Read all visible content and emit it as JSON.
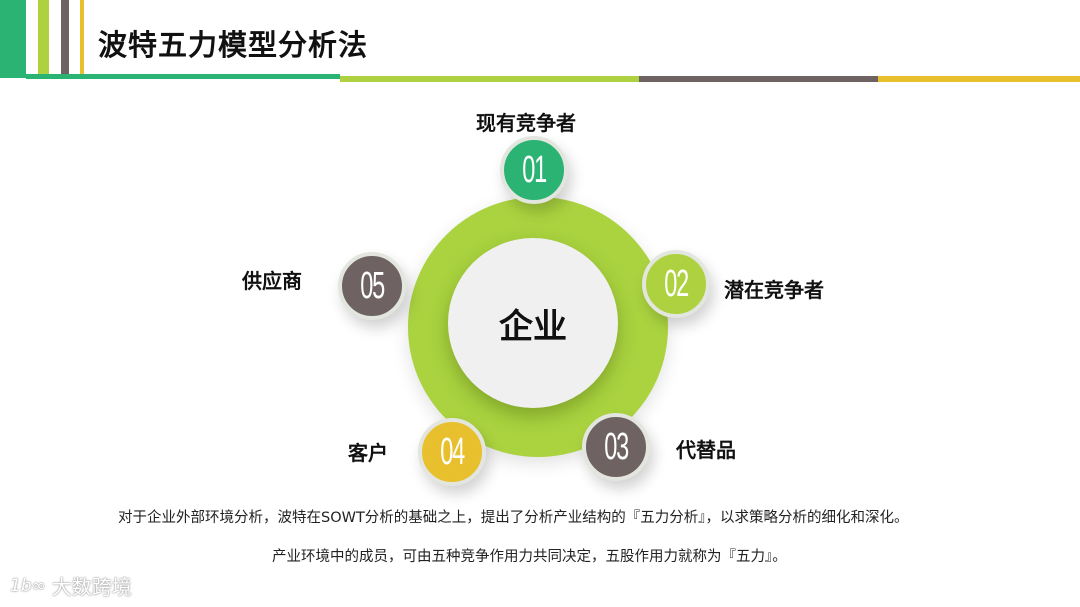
{
  "header": {
    "title": "波特五力模型分析法",
    "colors": {
      "green": "#2bb373",
      "lime": "#aed23f",
      "gray": "#6e6262",
      "yellow": "#e8c02e"
    }
  },
  "diagram": {
    "center": "企业",
    "nodes": [
      {
        "number": "01",
        "label": "现有竞争者",
        "color": "#2bb373"
      },
      {
        "number": "02",
        "label": "潜在竞争者",
        "color": "#aed23f"
      },
      {
        "number": "03",
        "label": "代替品",
        "color": "#6e6262"
      },
      {
        "number": "04",
        "label": "客户",
        "color": "#e8c02e"
      },
      {
        "number": "05",
        "label": "供应商",
        "color": "#6e6262"
      }
    ]
  },
  "description": {
    "line1": "对于企业外部环境分析，波特在SOWT分析的基础之上，提出了分析产业结构的『五力分析』，以求策略分析的细化和深化。",
    "line2": "产业环境中的成员，可由五种竞争作用力共同决定，五股作用力就称为『五力』。"
  },
  "watermark": {
    "logo": "1b∞",
    "text": "大数跨境"
  }
}
